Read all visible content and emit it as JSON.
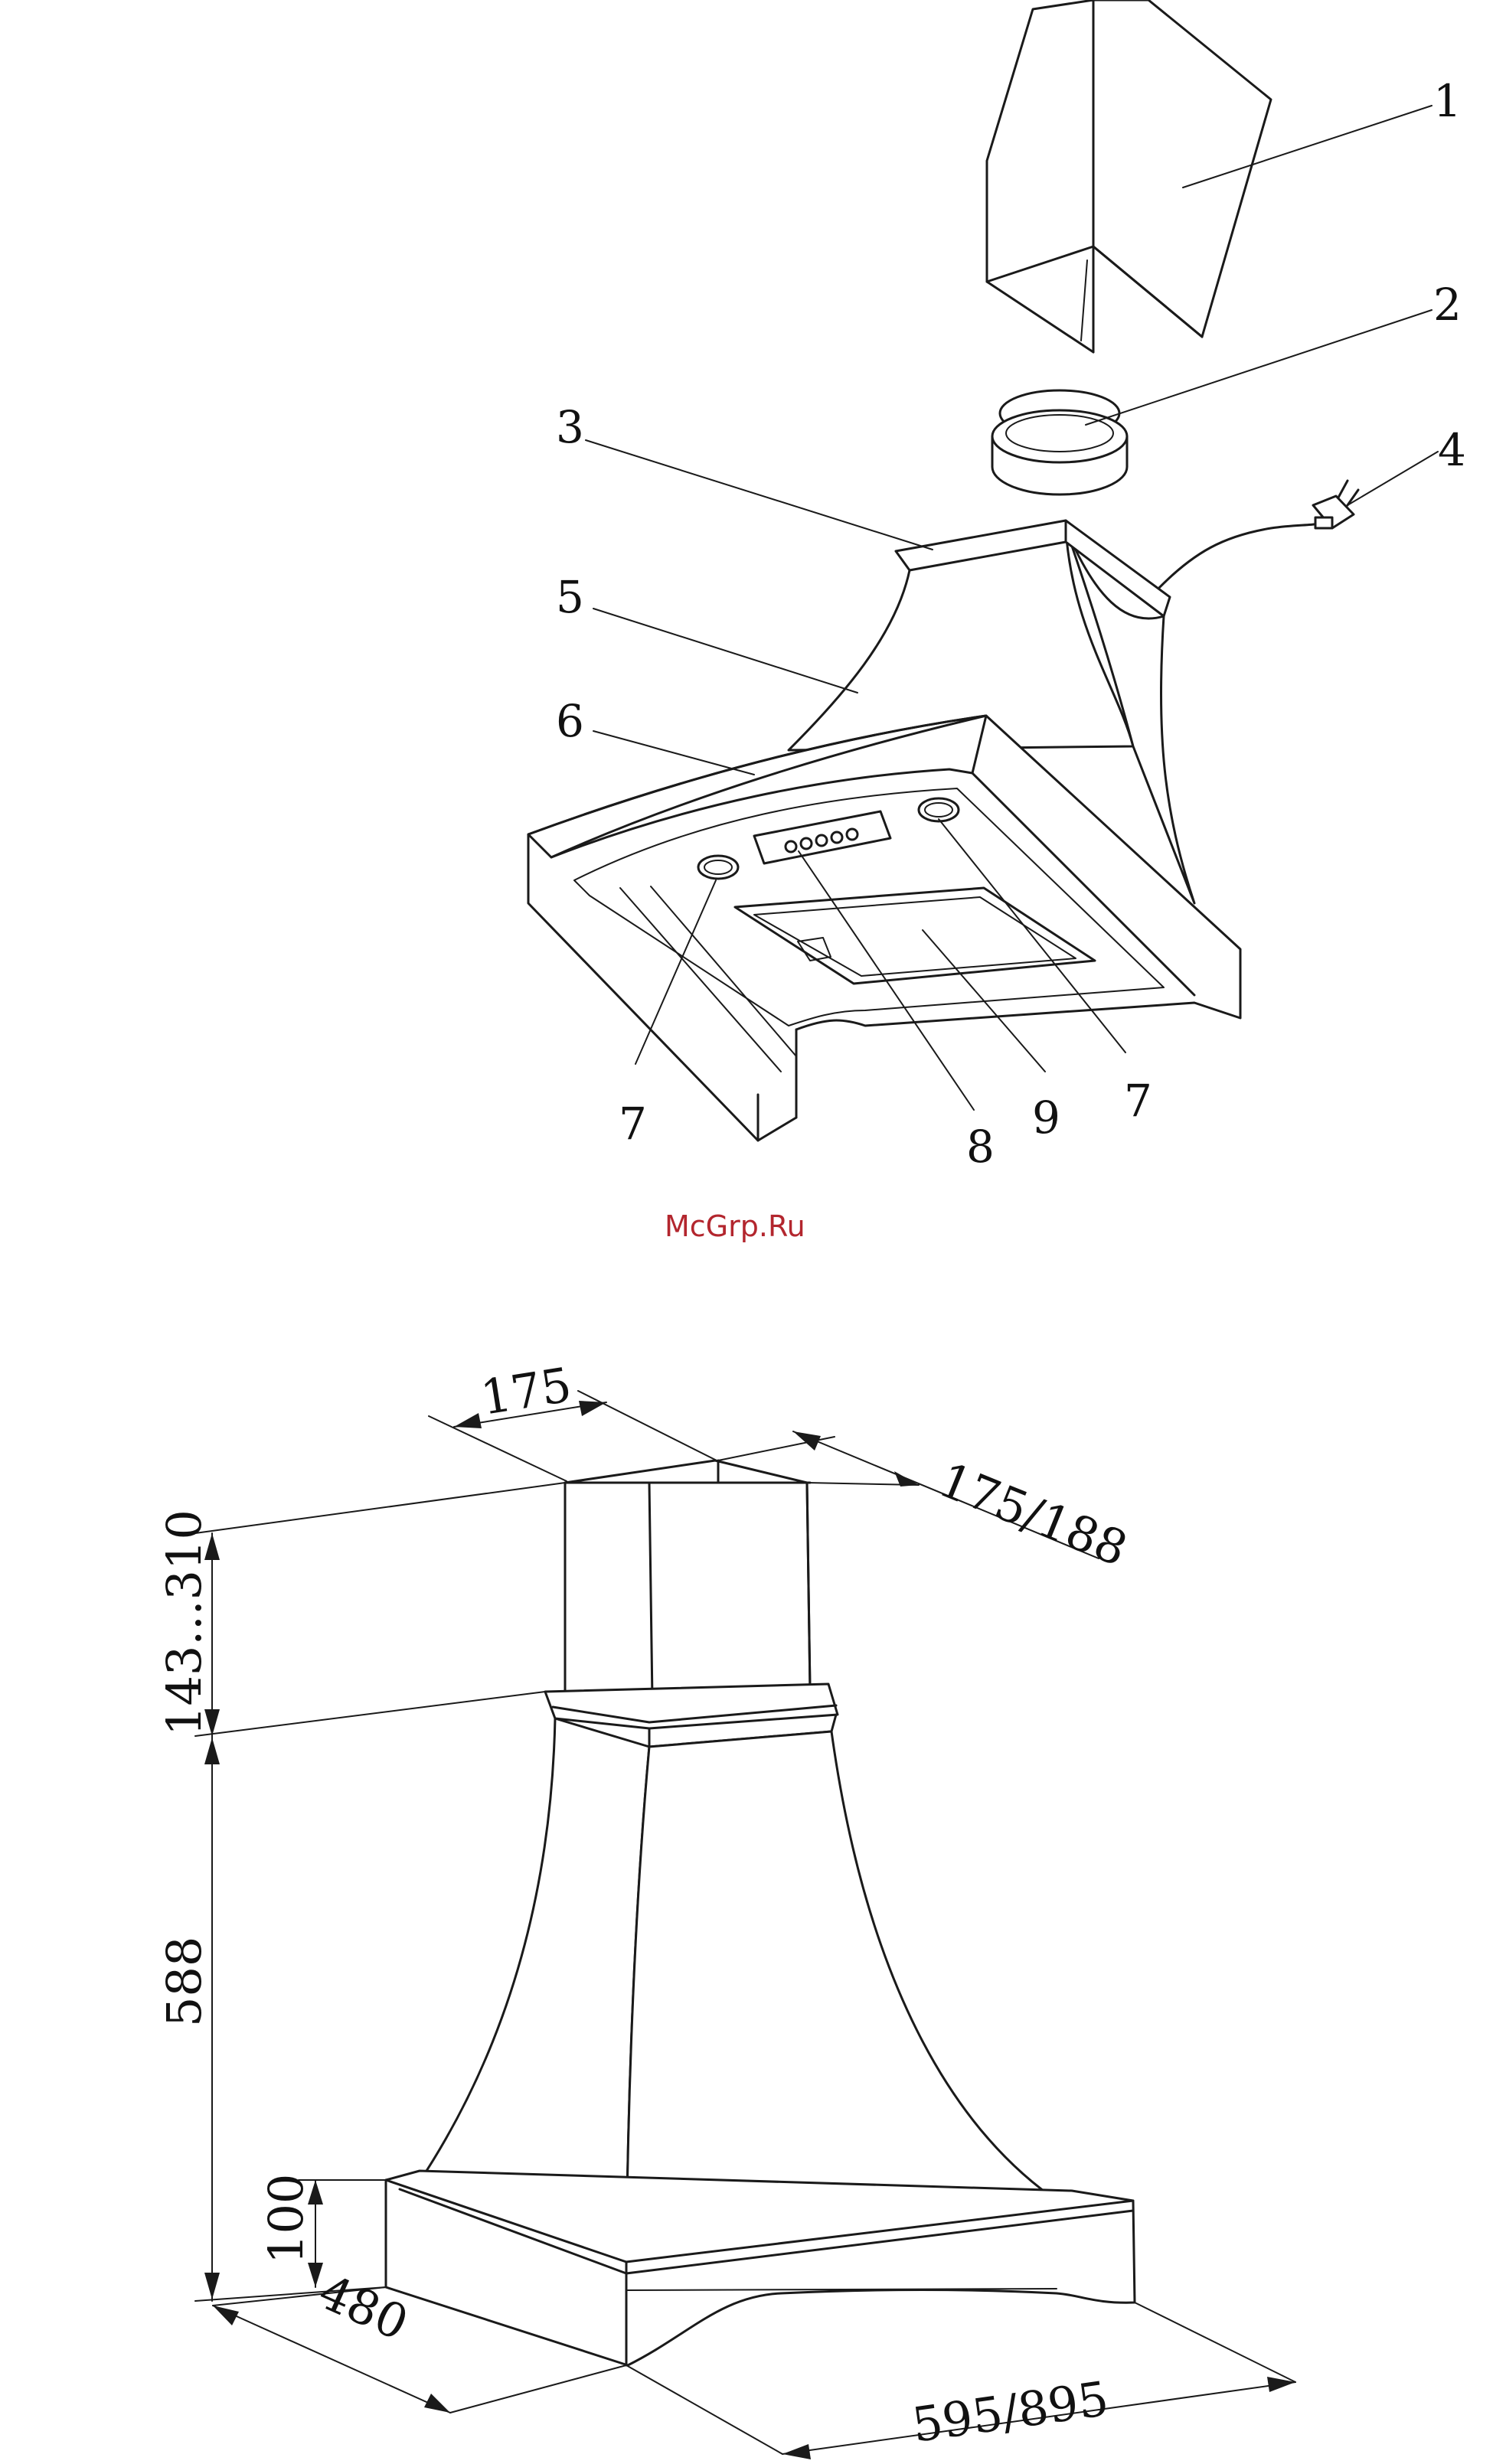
{
  "watermark": {
    "text": "McGrp.Ru",
    "color": "#b3262e"
  },
  "callouts": {
    "c1": "1",
    "c2": "2",
    "c3": "3",
    "c4": "4",
    "c5": "5",
    "c6": "6",
    "c7a": "7",
    "c7b": "7",
    "c8": "8",
    "c9": "9"
  },
  "dimensions": {
    "duct_width": "175",
    "duct_depth": "175/188",
    "duct_height": "143...310",
    "body_height": "588",
    "base_height": "100",
    "depth": "480",
    "width": "595/895"
  }
}
